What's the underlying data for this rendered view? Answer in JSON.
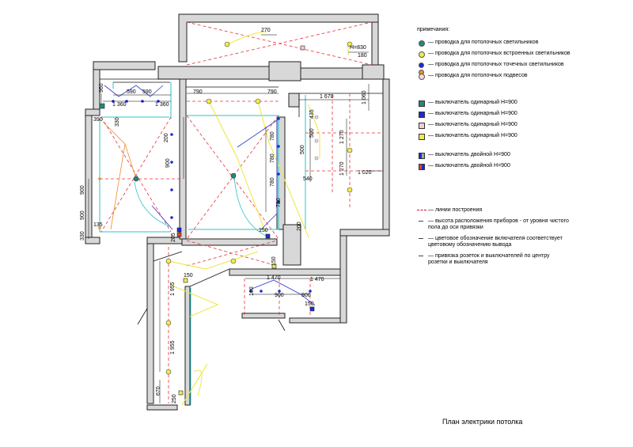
{
  "title": "План электрики потолка",
  "legend": {
    "heading": "примечания:",
    "items": [
      {
        "kind": "dot",
        "color": "#1f8a7a",
        "text": "— проводка для потолочных светильников"
      },
      {
        "kind": "dot",
        "color": "#f3ea4a",
        "text": "— проводка для потолочных встроенных светильников"
      },
      {
        "kind": "dot2",
        "color": "#1d2bd6",
        "color2": "#e8902a",
        "text": "— проводка для потолочных точечных светильников"
      },
      {
        "kind": "dot",
        "color": "#f7d9d9",
        "text": "— проводка для потолочных подвесов"
      }
    ],
    "switches": [
      {
        "color": "#1f8a7a",
        "text": "— выключатель одинарный  H=900"
      },
      {
        "color": "#1d2bd6",
        "text": "— выключатель одинарный  H=900"
      },
      {
        "color": "#f3cfcf",
        "text": "— выключатель одинарный  H=900"
      },
      {
        "color": "#f3ea4a",
        "text": "— выключатель одинарный  H=900"
      }
    ],
    "doubles": [
      {
        "style": "dbl",
        "text": "— выключатель двойной  H=900"
      },
      {
        "style": "dbl2",
        "text": "— выключатель двойной  H=900"
      }
    ],
    "notes": [
      {
        "sym": "dash",
        "text": "— линии построения"
      },
      {
        "sym": "line",
        "text": "— высота расположения приборов - от уровня чистого пола до оси привязки"
      },
      {
        "sym": "line",
        "text": "— цветовое обозначение включателя соответствует цветовому обозначению вывода"
      },
      {
        "sym": "line",
        "text": "— привязка розеток и выключателей по центру розетки и выключателя"
      }
    ]
  },
  "dimensions": {
    "d270": "270",
    "h830": "H=830",
    "d180": "180",
    "d960": "960",
    "d590a": "590",
    "d590b": "590",
    "d1360a": "1 360",
    "d1360b": "1 360",
    "d790a": "790",
    "d790b": "790",
    "d1670": "1 670",
    "d1060": "1 060",
    "d390": "390",
    "d330a": "330",
    "d200": "200",
    "d900a": "900",
    "d900b": "900",
    "d900c": "900",
    "d780a": "780",
    "d780b": "780",
    "d780c": "780",
    "d780d": "780",
    "d500a": "500",
    "d500b": "500",
    "d435": "435",
    "d1270a": "1 270",
    "d1270b": "1 270",
    "d1020": "1 020",
    "d540": "540",
    "d135": "135",
    "d330b": "330",
    "d150a": "150",
    "d200b": "200",
    "d205": "205",
    "d150b": "150",
    "d150c": "150",
    "d1470a": "1 470",
    "d1470b": "1 470",
    "d900d": "900",
    "d900e": "900",
    "d160": "160",
    "d150d": "150",
    "d1955a": "1 955",
    "d1955b": "1 955",
    "d670": "670",
    "d250": "250"
  }
}
